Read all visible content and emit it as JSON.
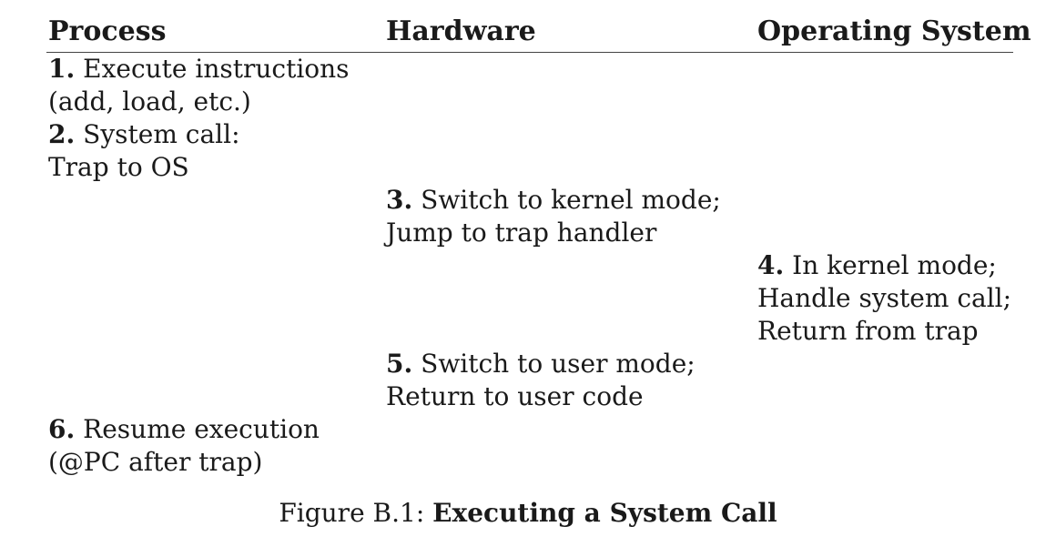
{
  "headers": {
    "process": "Process",
    "hardware": "Hardware",
    "os": "Operating System"
  },
  "steps": [
    {
      "num": "1.",
      "line1": "Execute instructions",
      "line2": "(add, load, etc.)"
    },
    {
      "num": "2.",
      "line1": "System call:",
      "line2": "Trap to OS"
    },
    {
      "num": "3.",
      "line1": "Switch to kernel mode;",
      "line2": "Jump to trap handler"
    },
    {
      "num": "4.",
      "line1": "In kernel mode;",
      "line2": "Handle system call;",
      "line3": "Return from trap"
    },
    {
      "num": "5.",
      "line1": "Switch to user mode;",
      "line2": "Return to user code"
    },
    {
      "num": "6.",
      "line1": "Resume execution",
      "line2": "(@PC after trap)"
    }
  ],
  "caption": {
    "prefix": "Figure B.1: ",
    "title": "Executing a System Call"
  }
}
